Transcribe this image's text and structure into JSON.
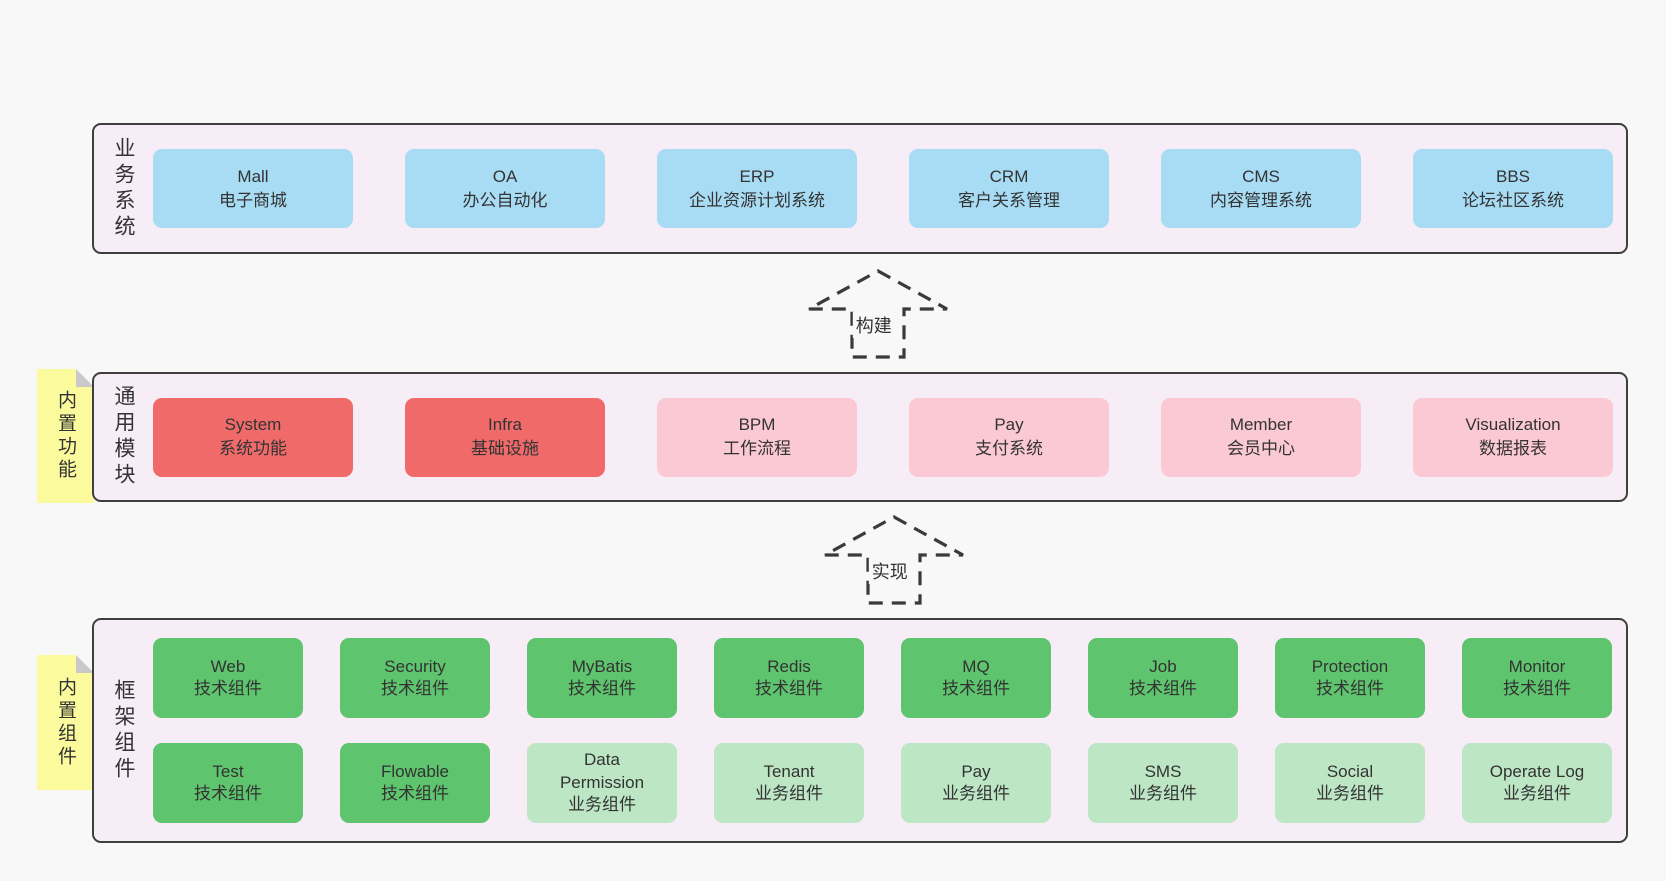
{
  "colors": {
    "page_bg": "#f8f8f8",
    "section_bg": "#f7edf6",
    "section_border": "#3f3f3f",
    "box_blue": "#a8dcf5",
    "box_red": "#f06a6a",
    "box_pink": "#fbc9d3",
    "box_green": "#5ec46d",
    "box_green_light": "#bde6c5",
    "note_yellow": "#fbfb9d",
    "note_fold": "#c9c9c9",
    "text": "#333333",
    "arrow_stroke": "#3a3a3a"
  },
  "sections": {
    "business": {
      "label": "业务系统",
      "boxes": [
        {
          "en": "Mall",
          "zh": "电子商城"
        },
        {
          "en": "OA",
          "zh": "办公自动化"
        },
        {
          "en": "ERP",
          "zh": "企业资源计划系统"
        },
        {
          "en": "CRM",
          "zh": "客户关系管理"
        },
        {
          "en": "CMS",
          "zh": "内容管理系统"
        },
        {
          "en": "BBS",
          "zh": "论坛社区系统"
        }
      ]
    },
    "modules": {
      "label": "通用模块",
      "note": "内置功能",
      "boxes": [
        {
          "en": "System",
          "zh": "系统功能"
        },
        {
          "en": "Infra",
          "zh": "基础设施"
        },
        {
          "en": "BPM",
          "zh": "工作流程"
        },
        {
          "en": "Pay",
          "zh": "支付系统"
        },
        {
          "en": "Member",
          "zh": "会员中心"
        },
        {
          "en": "Visualization",
          "zh": "数据报表"
        }
      ]
    },
    "components": {
      "label": "框架组件",
      "note": "内置组件",
      "row1": [
        {
          "en": "Web",
          "zh": "技术组件"
        },
        {
          "en": "Security",
          "zh": "技术组件"
        },
        {
          "en": "MyBatis",
          "zh": "技术组件"
        },
        {
          "en": "Redis",
          "zh": "技术组件"
        },
        {
          "en": "MQ",
          "zh": "技术组件"
        },
        {
          "en": "Job",
          "zh": "技术组件"
        },
        {
          "en": "Protection",
          "zh": "技术组件"
        },
        {
          "en": "Monitor",
          "zh": "技术组件"
        }
      ],
      "row2": [
        {
          "en": "Test",
          "zh": "技术组件"
        },
        {
          "en": "Flowable",
          "zh": "技术组件"
        },
        {
          "en": "Data Permission",
          "zh": "业务组件"
        },
        {
          "en": "Tenant",
          "zh": "业务组件"
        },
        {
          "en": "Pay",
          "zh": "业务组件"
        },
        {
          "en": "SMS",
          "zh": "业务组件"
        },
        {
          "en": "Social",
          "zh": "业务组件"
        },
        {
          "en": "Operate Log",
          "zh": "业务组件"
        }
      ]
    }
  },
  "arrows": [
    {
      "label": "构建"
    },
    {
      "label": "实现"
    }
  ]
}
